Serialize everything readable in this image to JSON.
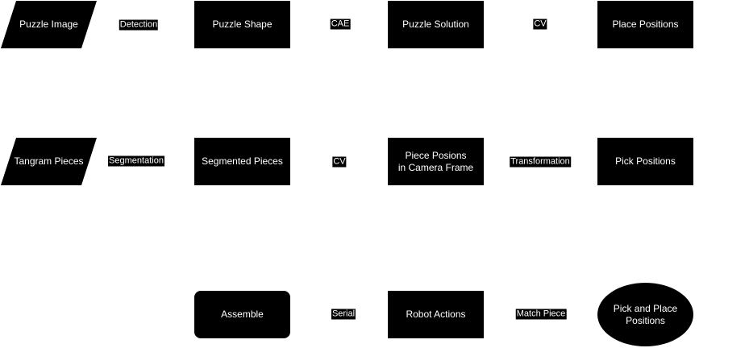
{
  "nodes": {
    "puzzle_image": "Puzzle Image",
    "puzzle_shape": "Puzzle Shape",
    "puzzle_solution": "Puzzle Solution",
    "place_positions": "Place Positions",
    "tangram_pieces": "Tangram Pieces",
    "segmented_pieces": "Segmented Pieces",
    "piece_positions": "Piece Posions\nin Camera Frame",
    "pick_positions": "Pick Positions",
    "assemble": "Assemble",
    "robot_actions": "Robot Actions",
    "pick_and_place": "Pick and Place\nPositions"
  },
  "edges": {
    "detection": "Detection",
    "cae": "CAE",
    "cv_top": "CV",
    "segmentation": "Segmentation",
    "cv_mid": "CV",
    "transformation": "Transformation",
    "serial": "Serial",
    "match_piece": "Match Piece"
  },
  "colors": {
    "fill": "#000000",
    "text": "#ffffff",
    "background": "#ffffff"
  }
}
